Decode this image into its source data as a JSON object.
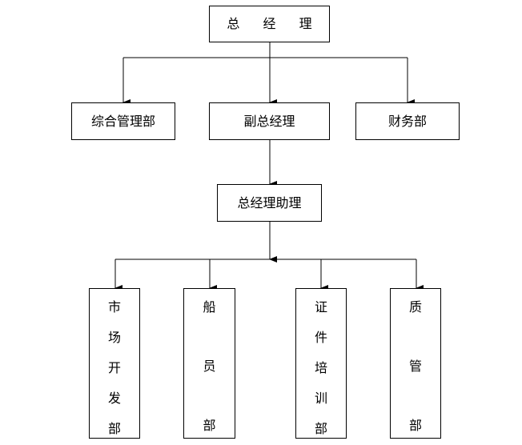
{
  "org": {
    "ceo": "总 经 理",
    "level2": {
      "admin": "综合管理部",
      "vp": "副总经理",
      "finance": "财务部"
    },
    "assistant": "总经理助理",
    "departments": {
      "market": [
        "市",
        "场",
        "开",
        "发",
        "部"
      ],
      "crew": [
        "船",
        "员",
        "部"
      ],
      "cert": [
        "证",
        "件",
        "培",
        "训",
        "部"
      ],
      "qa": [
        "质",
        "管",
        "部"
      ]
    }
  },
  "colors": {
    "line": "#000000",
    "box_border": "#000000",
    "background": "#ffffff"
  }
}
